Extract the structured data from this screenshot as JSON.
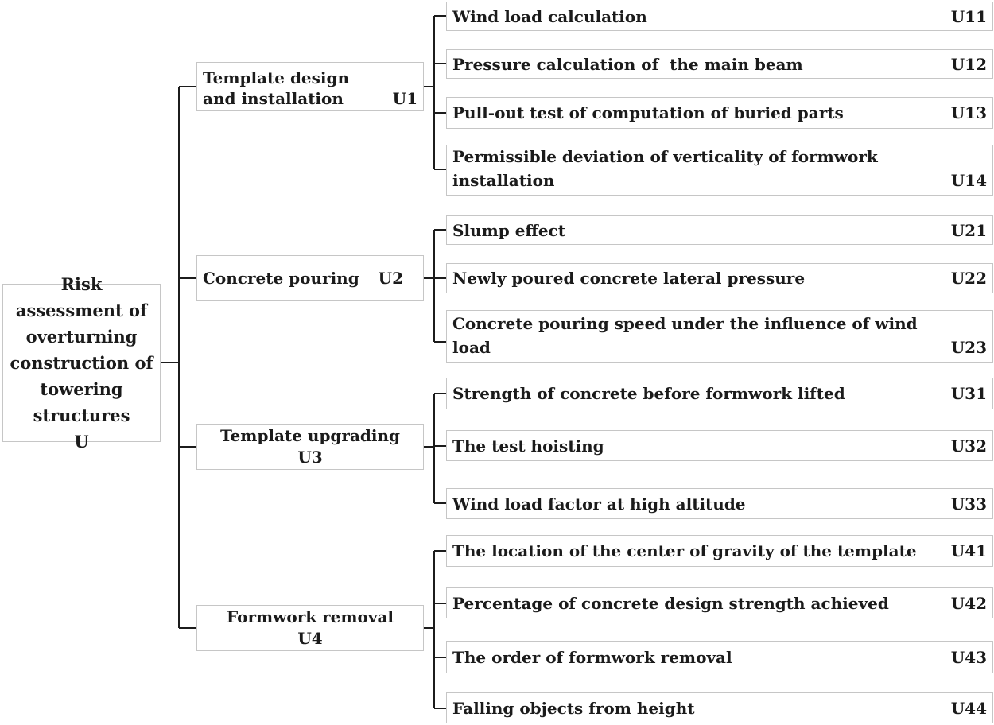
{
  "root": {
    "label": "Risk assessment of overturning construction of towering structures",
    "code": "U"
  },
  "branches": [
    {
      "label": "Template design and installation",
      "code": "U1",
      "children": [
        {
          "label": "Wind load calculation",
          "code": "U11"
        },
        {
          "label": "Pressure calculation of  the main beam",
          "code": "U12"
        },
        {
          "label": "Pull-out test of computation of buried parts",
          "code": "U13"
        },
        {
          "label": "Permissible deviation of verticality of formwork installation",
          "code": "U14"
        }
      ]
    },
    {
      "label": "Concrete pouring",
      "code": "U2",
      "children": [
        {
          "label": "Slump effect",
          "code": "U21"
        },
        {
          "label": "Newly poured concrete lateral pressure",
          "code": "U22"
        },
        {
          "label": "Concrete pouring speed under the influence of wind load",
          "code": "U23"
        }
      ]
    },
    {
      "label": "Template upgrading",
      "code": "U3",
      "children": [
        {
          "label": "Strength of concrete before formwork lifted",
          "code": "U31"
        },
        {
          "label": "The test hoisting",
          "code": "U32"
        },
        {
          "label": "Wind load factor at high altitude",
          "code": "U33"
        }
      ]
    },
    {
      "label": "Formwork removal",
      "code": "U4",
      "children": [
        {
          "label": "The location of the center of gravity of the template",
          "code": "U41"
        },
        {
          "label": "Percentage of concrete design strength achieved",
          "code": "U42"
        },
        {
          "label": "The order of formwork removal",
          "code": "U43"
        },
        {
          "label": "Falling objects from height",
          "code": "U44"
        }
      ]
    }
  ],
  "colors": {
    "line": "#1c1c1c",
    "box_border": "#c6c6c6",
    "text": "#1b1b1b",
    "background": "#ffffff"
  }
}
